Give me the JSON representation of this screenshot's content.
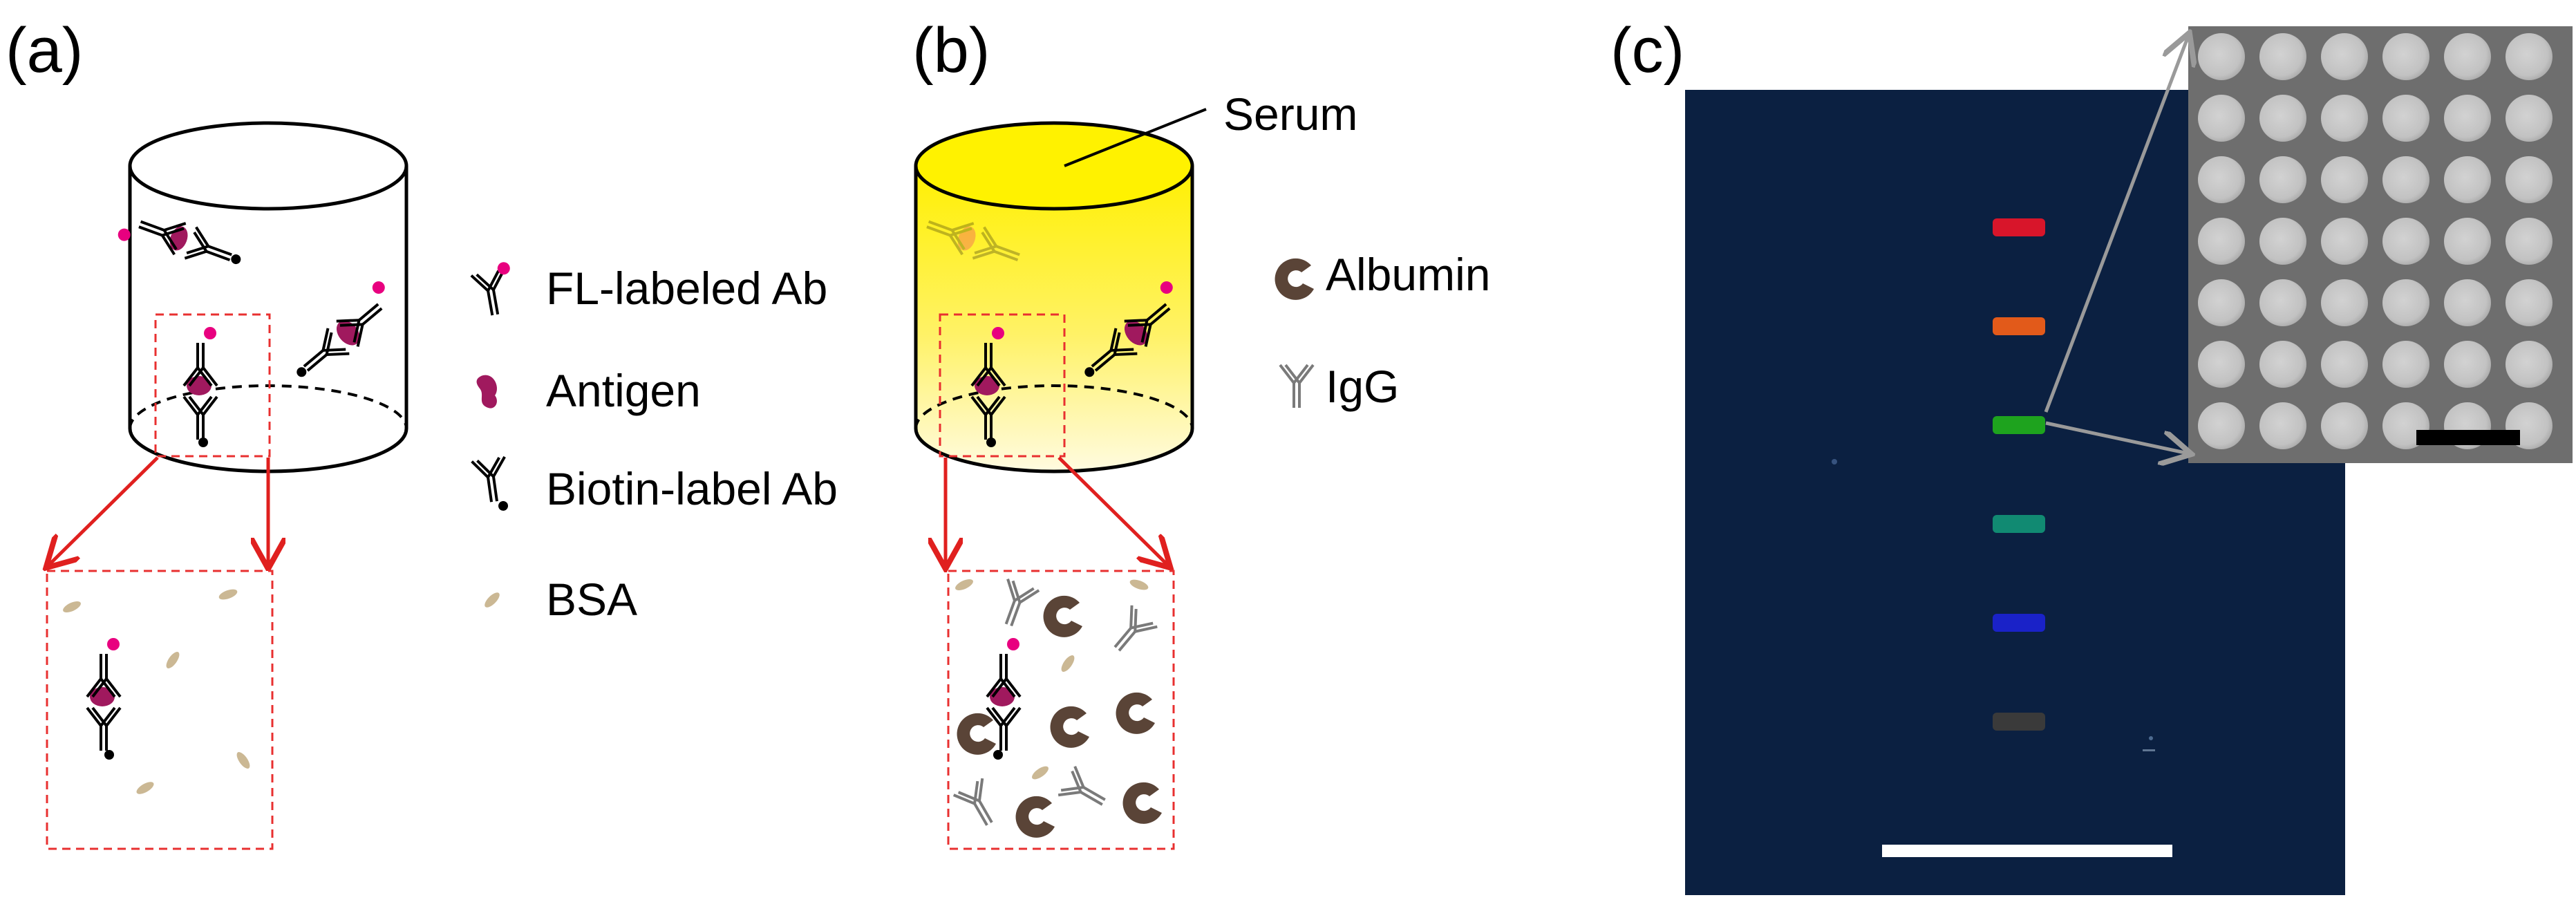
{
  "panels": {
    "a": {
      "label": "(a)"
    },
    "b": {
      "label": "(b)",
      "callout": "Serum"
    },
    "c": {
      "label": "(c)"
    }
  },
  "legend_a": [
    {
      "icon": "fl-labeled-antibody-icon",
      "text": "FL-labeled Ab"
    },
    {
      "icon": "antigen-icon",
      "text": "Antigen"
    },
    {
      "icon": "biotin-labeled-antibody-icon",
      "text": "Biotin-label Ab"
    },
    {
      "icon": "bsa-icon",
      "text": "BSA"
    }
  ],
  "legend_b": [
    {
      "icon": "albumin-icon",
      "text": "Albumin"
    },
    {
      "icon": "igg-icon",
      "text": "IgG"
    }
  ],
  "colors": {
    "antigen": "#a0195e",
    "fluorophore": "#e8007f",
    "arrow": "#e0201f",
    "dashed_box": "#e83030",
    "bsa": "#cbb894",
    "albumin": "#5a4437",
    "igg": "#7a7a7a",
    "serum_yellow": "#fff200",
    "chip_background": "#0c2245",
    "sem_background": "#6e6e6e"
  },
  "chip_spots": [
    "#d8152a",
    "#e25a1a",
    "#1ea31e",
    "#118a72",
    "#1a22c8",
    "#3a3a3a"
  ]
}
